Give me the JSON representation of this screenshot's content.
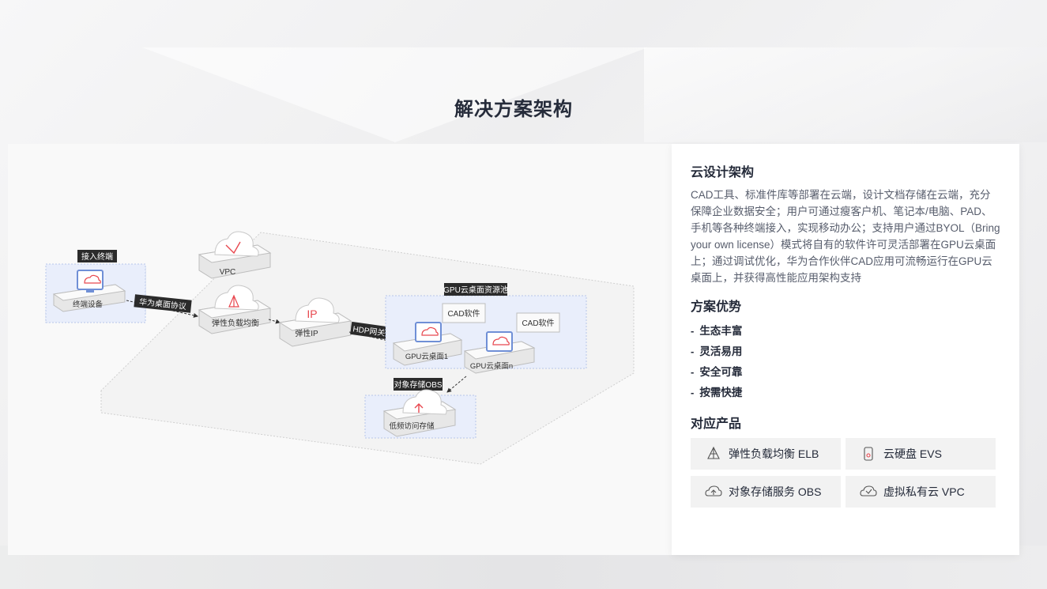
{
  "section": {
    "title": "解决方案架构"
  },
  "diagram": {
    "labels": {
      "access_terminal": "接入终端",
      "terminal_device": "终端设备",
      "protocol": "华为桌面协议",
      "vpc": "VPC",
      "elb": "弹性负载均衡",
      "eip": "弹性IP",
      "ip_glyph": "IP",
      "hdp_gateway": "HDP网关",
      "gpu_pool": "GPU云桌面资源池",
      "cad_software_1": "CAD软件",
      "cad_software_2": "CAD软件",
      "gpu_desktop_1": "GPU云桌面1",
      "gpu_desktop_n": "GPU云桌面n",
      "obs_label": "对象存储OBS",
      "low_freq_storage": "低频访问存储"
    }
  },
  "info": {
    "heading": "云设计架构",
    "description": "CAD工具、标准件库等部署在云端，设计文档存储在云端，充分保障企业数据安全；用户可通过瘦客户机、笔记本/电脑、PAD、手机等各种终端接入，实现移动办公；支持用户通过BYOL（Bring your own license）模式将自有的软件许可灵活部署在GPU云桌面上；通过调试优化，华为合作伙伴CAD应用可流畅运行在GPU云桌面上，并获得高性能应用架构支持",
    "advantages_heading": "方案优势",
    "advantages": [
      {
        "dash": "-",
        "text": "生态丰富"
      },
      {
        "dash": "-",
        "text": "灵活易用"
      },
      {
        "dash": "-",
        "text": "安全可靠"
      },
      {
        "dash": "-",
        "text": "按需快捷"
      }
    ],
    "products_heading": "对应产品",
    "products": [
      {
        "icon": "elb-icon",
        "label": "弹性负载均衡 ELB"
      },
      {
        "icon": "evs-icon",
        "label": "云硬盘 EVS"
      },
      {
        "icon": "obs-icon",
        "label": "对象存储服务 OBS"
      },
      {
        "icon": "vpc-icon",
        "label": "虚拟私有云 VPC"
      }
    ]
  },
  "colors": {
    "accent_red": "#e8484f",
    "monitor_blue": "#6f8fd6",
    "dark_label": "#2b2b2b",
    "zone_fill": "#e9eefb"
  }
}
